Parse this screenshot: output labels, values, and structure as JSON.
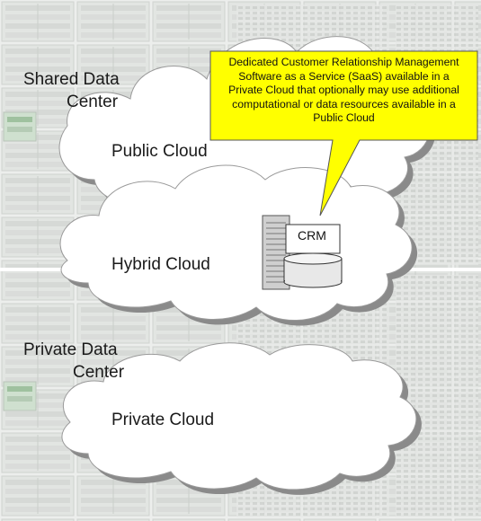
{
  "data_centers": {
    "shared": {
      "label_line1": "Shared Data",
      "label_line2": "Center"
    },
    "private": {
      "label_line1": "Private Data",
      "label_line2": "Center"
    }
  },
  "clouds": {
    "public": "Public Cloud",
    "hybrid": "Hybrid Cloud",
    "private": "Private Cloud"
  },
  "crm": {
    "label": "CRM"
  },
  "callout": {
    "lines": [
      "Dedicated Customer Relationship Management",
      "Software as a Service (SaaS) available in a",
      "Private Cloud that optionally may use additional",
      "computational or data resources available in a",
      "Public Cloud"
    ]
  },
  "colors": {
    "callout_fill": "#ffff00",
    "cloud_fill": "#ffffff",
    "cloud_shadow": "#8a8a8a",
    "server_rack": "#e3e6e3"
  }
}
